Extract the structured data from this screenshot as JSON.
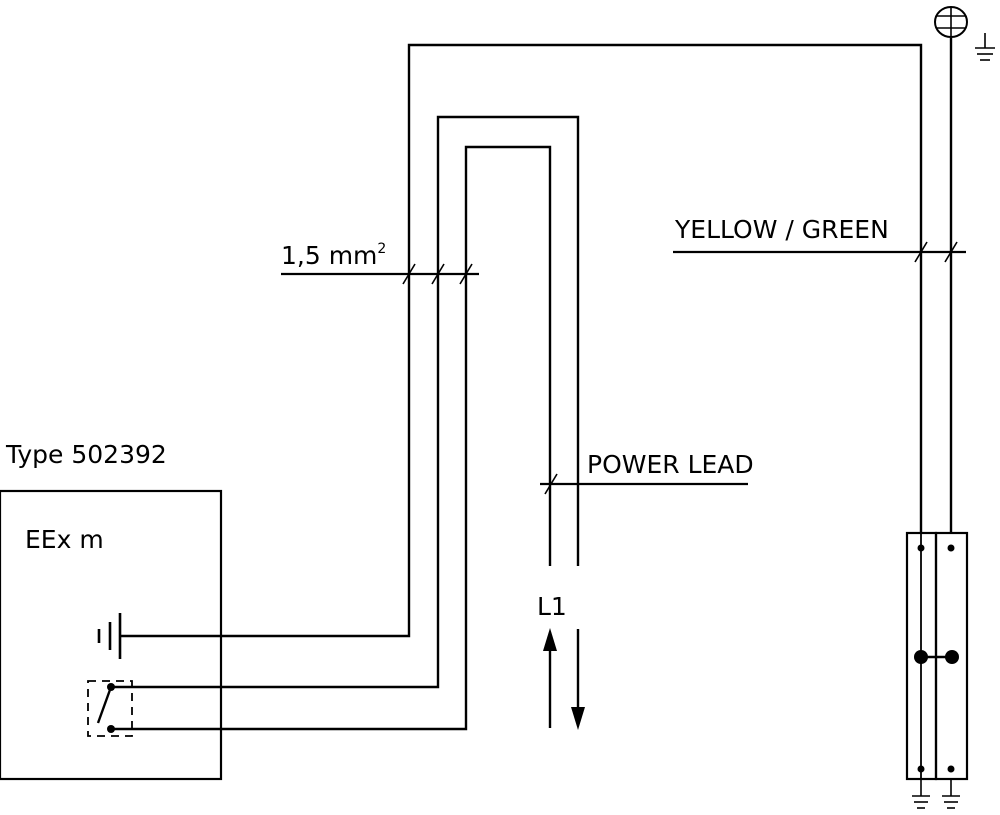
{
  "diagram": {
    "type_label": "Type 502392",
    "protection_label": "EEx  m",
    "cross_section_label": "1,5 mm",
    "cross_section_superscript": "2",
    "earth_conductor_label": "YELLOW / GREEN",
    "power_lead_label": "POWER LEAD",
    "phase_label": "L1",
    "wire_colors": {
      "line": "#000000",
      "background": "#ffffff"
    }
  }
}
